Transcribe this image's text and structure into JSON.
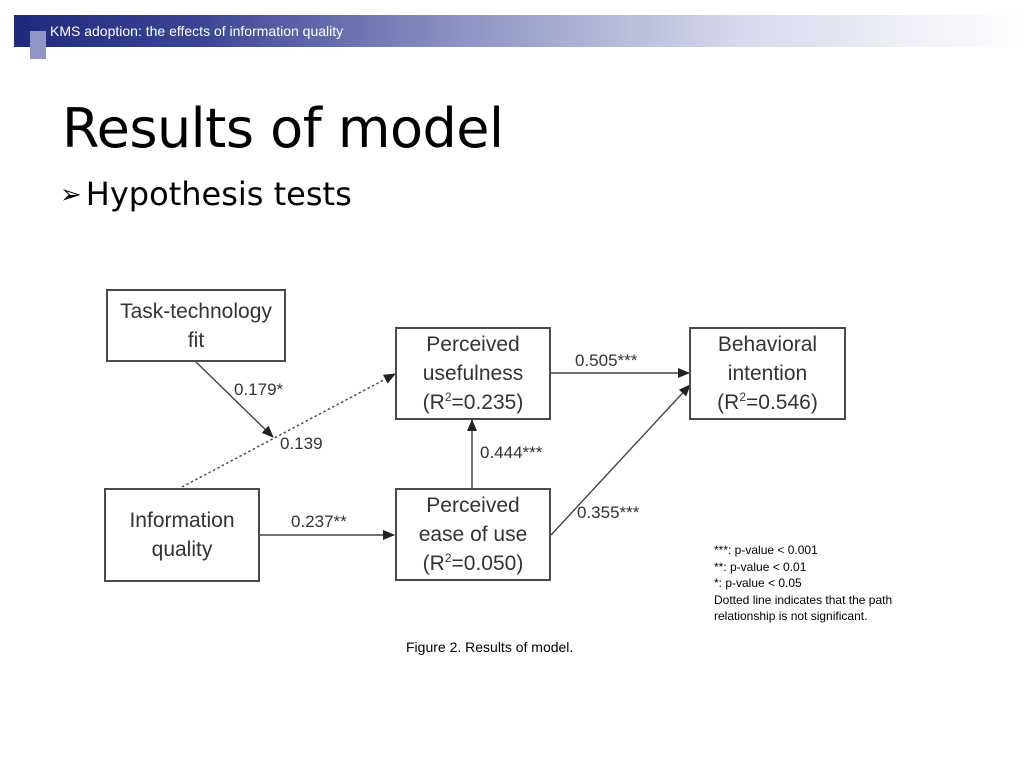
{
  "header": {
    "banner_text": "KMS adoption: the effects of information quality",
    "colors": {
      "dark_blue": "#1f2a7a",
      "light_blue": "#8f95c4"
    }
  },
  "slide": {
    "title": "Results of model",
    "bullet_icon": "arrow-bullet-icon",
    "bullet": "Hypothesis tests"
  },
  "diagram": {
    "boxes": {
      "ttf": [
        "Task-technology",
        "fit"
      ],
      "iq": [
        "Information",
        "quality"
      ],
      "pu": {
        "line1": "Perceived",
        "line2": "usefulness",
        "r2_prefix": "(R",
        "r2_sup": "2",
        "r2_value": "=0.235)"
      },
      "peou": {
        "line1": "Perceived",
        "line2": "ease of use",
        "r2_prefix": "(R",
        "r2_sup": "2",
        "r2_value": "=0.050)"
      },
      "bi": {
        "line1": "Behavioral",
        "line2": "intention",
        "r2_prefix": "(R",
        "r2_sup": "2",
        "r2_value": "=0.546)"
      }
    },
    "coefficients": {
      "ttf_to_moderation": "0.179*",
      "iq_to_pu": "0.139",
      "iq_to_peou": "0.237**",
      "peou_to_pu": "0.444***",
      "pu_to_bi": "0.505***",
      "peou_to_bi": "0.355***"
    },
    "legend": [
      "***: p-value < 0.001",
      "**: p-value < 0.01",
      "*: p-value < 0.05",
      "Dotted line indicates that the path",
      "relationship is not significant."
    ],
    "caption": "Figure 2. Results of model."
  }
}
